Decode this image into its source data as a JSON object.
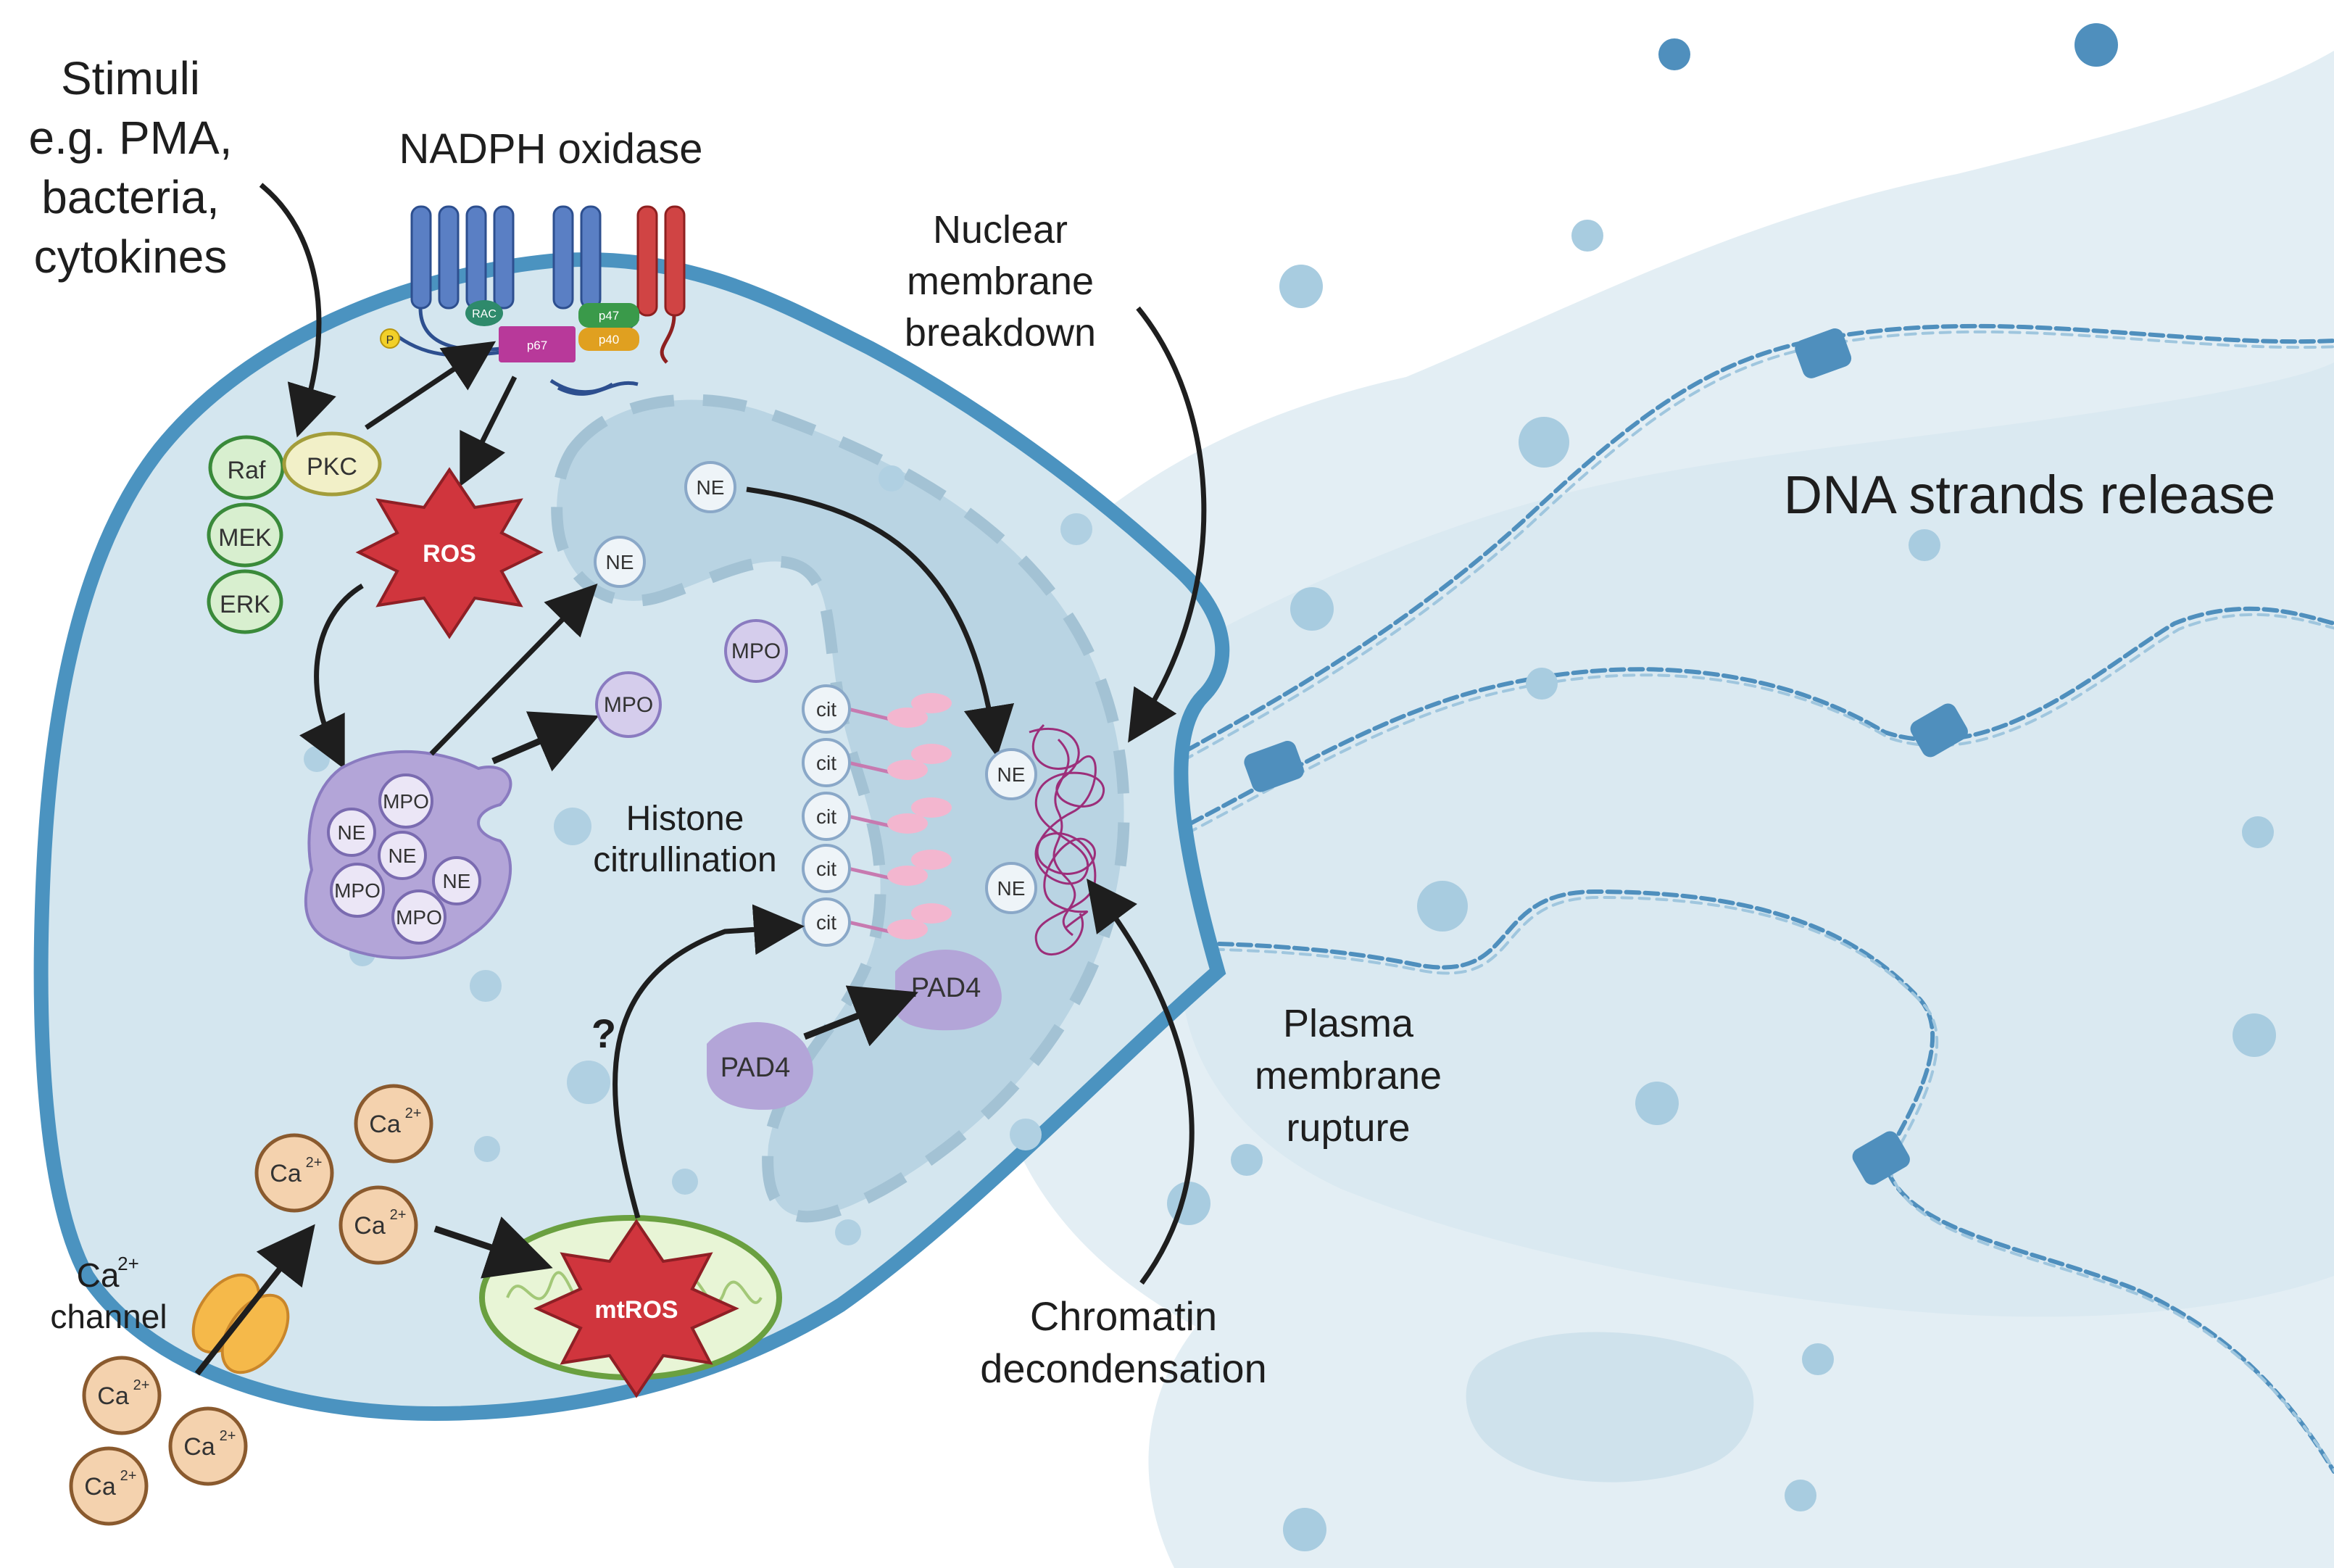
{
  "labels": {
    "stimuli": [
      "Stimuli",
      "e.g. PMA,",
      "bacteria,",
      "cytokines"
    ],
    "nadph": "NADPH oxidase",
    "nuclear": [
      "Nuclear",
      "membrane",
      "breakdown"
    ],
    "dna": "DNA strands release",
    "histone": [
      "Histone",
      "citrullination"
    ],
    "plasma": [
      "Plasma",
      "membrane",
      "rupture"
    ],
    "chromatin": [
      "Chromatin",
      "decondensation"
    ],
    "ca_channel": [
      "Ca",
      "2+",
      "channel"
    ],
    "question": "?"
  },
  "kinases": {
    "raf": "Raf",
    "pkc": "PKC",
    "mek": "MEK",
    "erk": "ERK"
  },
  "nadph_subunits": {
    "rac": "RAC",
    "p47": "p47",
    "p40": "p40",
    "p67": "p67",
    "p": "P"
  },
  "ros": "ROS",
  "mtros": "mtROS",
  "ne": "NE",
  "mpo": "MPO",
  "cit": "cit",
  "pad4": "PAD4",
  "ca": {
    "base": "Ca",
    "sup": "2+"
  },
  "colors": {
    "cell_fill": "#d4e6ef",
    "cell_border": "#4b93c0",
    "nucleus_fill": "#b9d4e3",
    "net_fill": "#e3eef4",
    "ros_red": "#d0353d",
    "granule": "#b3a5d8",
    "calcium": "#f4d2ae",
    "kinase": "#d8efcf",
    "mito": "#e8f5d6"
  }
}
